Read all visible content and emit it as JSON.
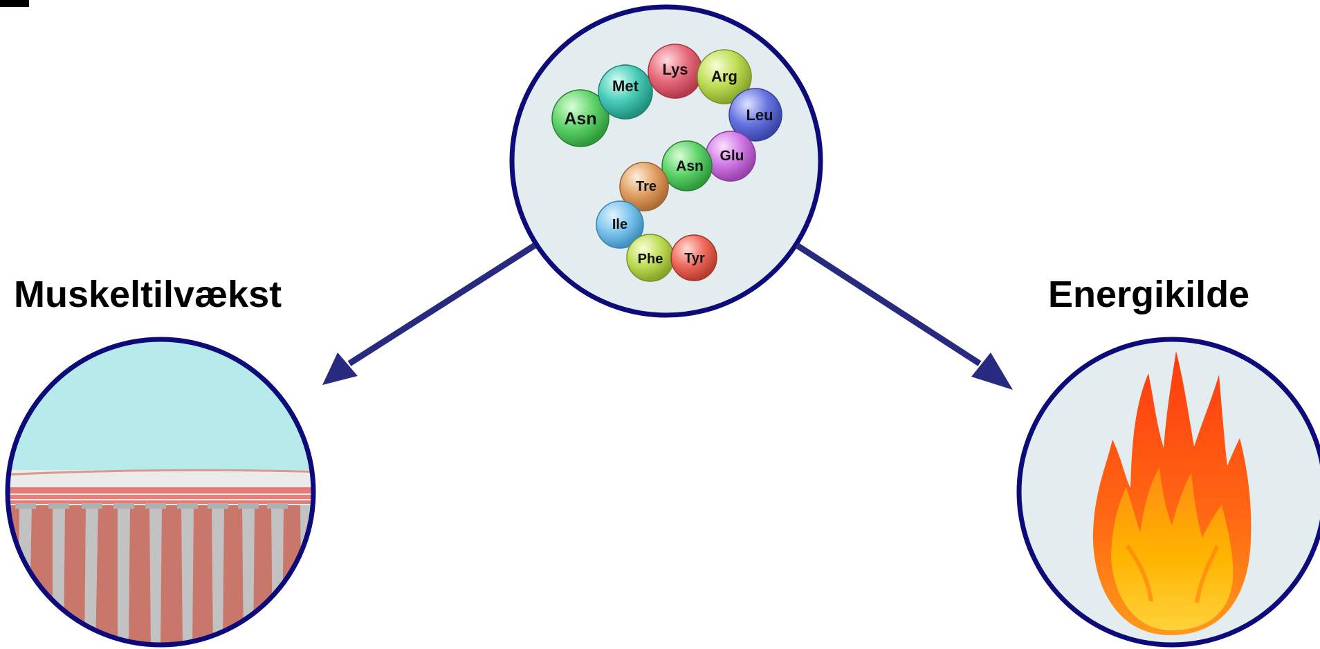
{
  "labels": {
    "left": "Muskeltilvækst",
    "right": "Energikilde"
  },
  "amino_acids": [
    "Asn",
    "Met",
    "Lys",
    "Arg",
    "Leu",
    "Glu",
    "Asn",
    "Tre",
    "Ile",
    "Phe",
    "Tyr"
  ],
  "colors": {
    "circle_border": "#0d0a7a",
    "circle_fill": "#e3ecee",
    "arrow": "#272a7e",
    "muscle_bg": "#b7eaea",
    "muscle_fiber": "#c9766b",
    "flame_outer": "#ff4a10",
    "flame_inner": "#ffb800"
  },
  "icons": [
    "protein-chain-icon",
    "muscle-tissue-icon",
    "fire-icon",
    "arrow-left-down-icon",
    "arrow-right-down-icon"
  ]
}
